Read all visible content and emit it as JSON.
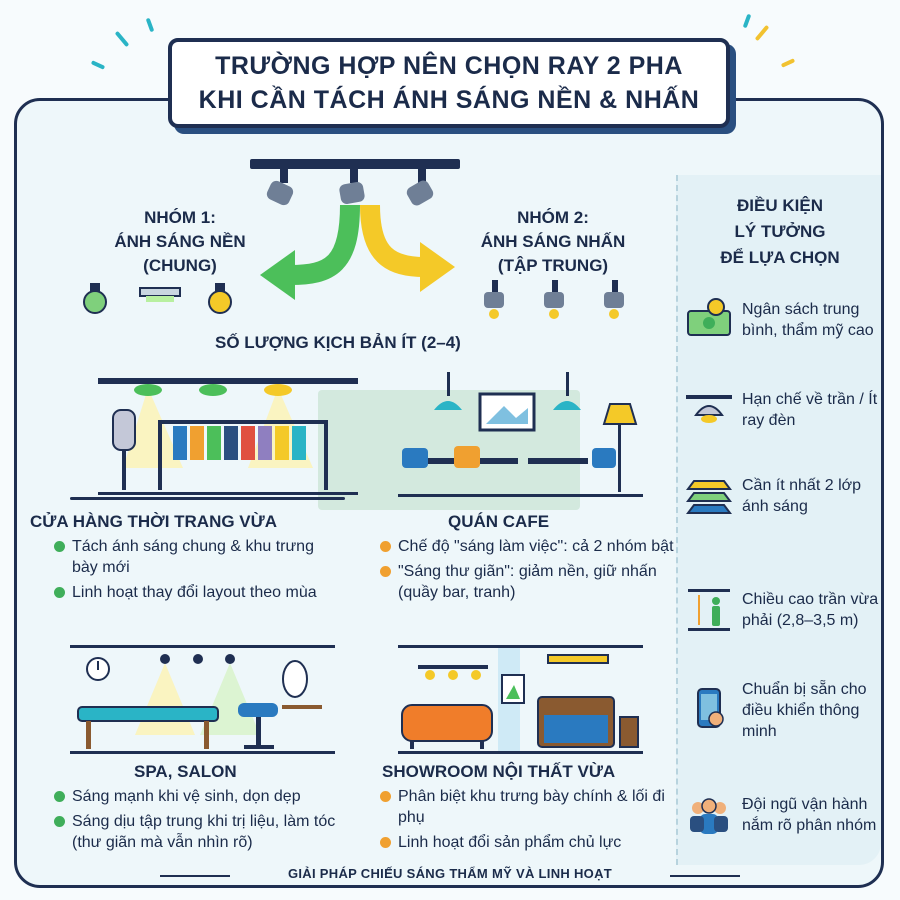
{
  "title": {
    "line1": "TRƯỜNG HỢP NÊN CHỌN RAY 2 PHA",
    "line2": "KHI CẦN TÁCH ÁNH SÁNG NỀN & NHẤN"
  },
  "groups": {
    "group1": {
      "line1": "NHÓM 1:",
      "line2": "ÁNH SÁNG NỀN",
      "line3": "(CHUNG)"
    },
    "group2": {
      "line1": "NHÓM 2:",
      "line2": "ÁNH SÁNG NHẤN",
      "line3": "(TẬP TRUNG)"
    },
    "scenario_count": "SỐ LƯỢNG KỊCH BẢN ÍT (2–4)"
  },
  "cases": [
    {
      "title": "CỬA HÀNG THỜI TRANG VỪA",
      "bullets": [
        "Tách ánh sáng chung & khu trưng bày mới",
        "Linh hoạt thay đổi layout theo mùa"
      ]
    },
    {
      "title": "QUÁN CAFE",
      "bullets": [
        "Chế độ \"sáng làm việc\": cả 2 nhóm bật",
        "\"Sáng thư giãn\": giảm nền, giữ nhấn (quầy bar, tranh)"
      ]
    },
    {
      "title": "SPA, SALON",
      "bullets": [
        "Sáng mạnh khi vệ sinh, dọn dẹp",
        "Sáng dịu tập trung khi trị liệu, làm tóc (thư giãn mà vẫn nhìn rõ)"
      ]
    },
    {
      "title": "SHOWROOM NỘI THẤT VỪA",
      "bullets": [
        "Phân biệt khu trưng bày chính & lối đi phụ",
        "Linh hoạt đổi sản phẩm chủ lực"
      ]
    }
  ],
  "conditions": {
    "heading_line1": "ĐIỀU KIỆN",
    "heading_line2": "LÝ TƯỞNG",
    "heading_line3": "ĐỂ LỰA CHỌN",
    "items": [
      {
        "icon": "money-icon",
        "text": "Ngân sách trung bình, thẩm mỹ cao"
      },
      {
        "icon": "ceiling-lamp-icon",
        "text": "Hạn chế về trần / Ít ray đèn"
      },
      {
        "icon": "layers-icon",
        "text": "Cần ít nhất 2 lớp ánh sáng"
      },
      {
        "icon": "ceiling-height-icon",
        "text": "Chiều cao trần vừa phải (2,8–3,5 m)"
      },
      {
        "icon": "smartphone-icon",
        "text": "Chuẩn bị sẵn cho điều khiển thông minh"
      },
      {
        "icon": "team-icon",
        "text": "Đội ngũ vận hành nắm rõ phân nhóm"
      }
    ]
  },
  "footer": "GIẢI PHÁP CHIẾU SÁNG THẨM MỸ VÀ LINH HOẠT",
  "colors": {
    "navy": "#1f2f52",
    "green": "#3fae5a",
    "yellow": "#f2c230",
    "orange": "#f0a030",
    "teal": "#2ab4c6"
  }
}
